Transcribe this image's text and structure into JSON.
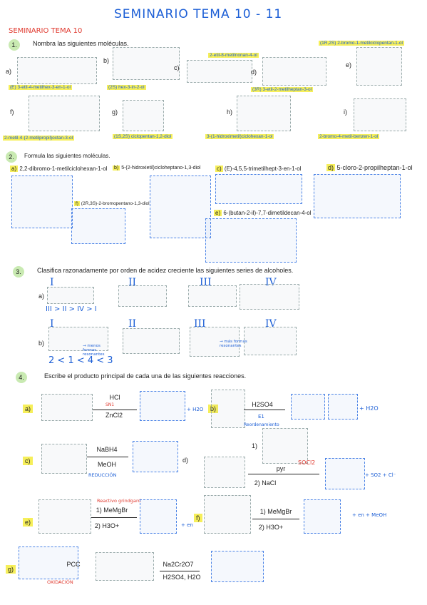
{
  "header": {
    "title": "SEMINARIO TEMA 10 - 11",
    "subtitle": "SEMINARIO TEMA 10"
  },
  "q1": {
    "number": "1.",
    "prompt": "Nombra las siguientes moléculas.",
    "labels": [
      "a)",
      "b)",
      "c)",
      "d)",
      "e)",
      "f)",
      "g)",
      "h)",
      "i)"
    ],
    "answers": {
      "a": "(E) 3-etil-4-metilhex-3-en-1-ol",
      "b": "(2S) hex-3-in-2-ol",
      "c": "2-etil-8-metilnonan-4-ol",
      "d": "(3R) 3-etil-2-metilheptan-3-ol",
      "e": "(1R,2S) 2-bromo-1-metilciclopentan-1-ol",
      "f": "2-metil-4-(2-metilpropil)octan-3-ol",
      "g": "(1S,2S) ciclopentan-1,2-diol",
      "h": "3-(1-hidroximetil)ciclohexan-1-ol",
      "i": "2-bromo-4-metil-benzen-1-ol"
    }
  },
  "q2": {
    "number": "2.",
    "prompt": "Formula las siguientes moléculas.",
    "items": {
      "a": "2,2-dibromo-1-metilciclohexan-1-ol",
      "b": "5-(2-hidroxietil)cicloheptano-1,3-diol",
      "c": "(E)-4,5,5-trimetilhept-3-en-1-ol",
      "d": "5-cloro-2-propilheptan-1-ol",
      "e": "6-(butan-2-il)-7,7-dimetildecan-4-ol",
      "f": "(2R,3S)-2-bromopentano-1,3-diol"
    },
    "letters": [
      "a)",
      "b)",
      "c)",
      "d)",
      "e)",
      "f)"
    ]
  },
  "q3": {
    "number": "3.",
    "prompt": "Clasifica razonadamente por orden de acidez creciente las siguientes series de alcoholes.",
    "series_a_label": "a)",
    "series_b_label": "b)",
    "roman": [
      "I",
      "II",
      "III",
      "IV"
    ],
    "answer_a": "III > II > IV > I",
    "answer_b": "2 < 1 < 4 < 3",
    "note_b1": "→ menos formas resonantes",
    "note_b3": "→ más formas resonantes"
  },
  "q4": {
    "number": "4.",
    "prompt": "Escribe el producto principal de cada una de las siguientes reacciones.",
    "a": {
      "label": "a)",
      "reagent1": "HCl",
      "reagent2": "ZnCl2",
      "note": "SN1",
      "byproduct": "+ H2O"
    },
    "b": {
      "label": "b)",
      "reagent1": "H2SO4",
      "note1": "E1",
      "note2": "Reordenamiento",
      "byproduct": "+ H2O"
    },
    "c": {
      "label": "c)",
      "reagent1": "NaBH4",
      "reagent2": "MeOH",
      "note": "REDUCCIÓN"
    },
    "d": {
      "label": "d)",
      "step1": "1)",
      "step1b": "pyr",
      "step1c": "SOCl2",
      "step2": "2) NaCl",
      "byproduct": "+ SO2 + Cl⁻"
    },
    "e": {
      "label": "e)",
      "note": "Reactivo grindgard",
      "step1": "1) MeMgBr",
      "step2": "2) H3O+",
      "byproduct": "+ en"
    },
    "f": {
      "label": "f)",
      "step1": "1) MeMgBr",
      "step2": "2) H3O+",
      "byproduct": "+ en + MeOH"
    },
    "g": {
      "label": "g)",
      "reagent1": "PCC",
      "note": "OXIDACIÓN"
    },
    "h": {
      "reagent1": "Na2Cr2O7",
      "reagent2": "H2SO4, H2O"
    }
  }
}
